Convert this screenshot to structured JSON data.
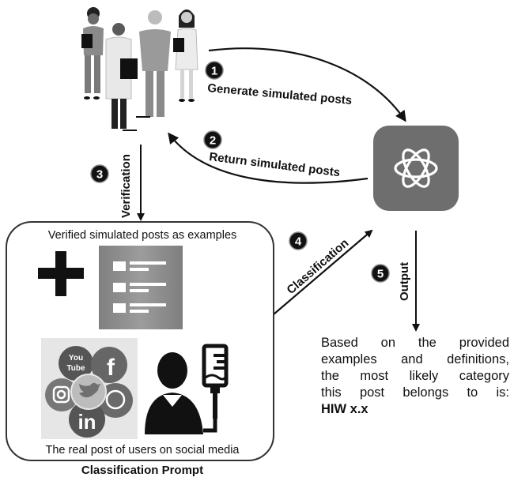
{
  "title": "LLM-based simulated post generation and classification workflow",
  "nodes": {
    "health_workers": {
      "icon": "health-workers-group-icon"
    },
    "llm": {
      "icon": "openai-logo-icon",
      "color": "#6e6e6e"
    },
    "prompt_box": {
      "title": "Classification Prompt",
      "top_label": "Verified simulated posts as examples",
      "bottom_label": "The real post of users on social media",
      "icons": [
        "plus-icon",
        "checklist-icon",
        "social-media-icon",
        "patient-iv-icon"
      ],
      "social_networks": [
        "YouTube",
        "Facebook",
        "Instagram",
        "Twitter",
        "WhatsApp",
        "LinkedIn"
      ]
    },
    "output": {
      "lines": [
        "Based on the provided",
        "examples and definitions,",
        "the most likely category",
        "this post belongs to is:"
      ],
      "result": "HIW x.x"
    }
  },
  "steps": [
    {
      "number": "1",
      "label": "Generate simulated posts"
    },
    {
      "number": "2",
      "label": "Return simulated posts"
    },
    {
      "number": "3",
      "label": "Verification"
    },
    {
      "number": "4",
      "label": "Classification"
    },
    {
      "number": "5",
      "label": "Output"
    }
  ]
}
